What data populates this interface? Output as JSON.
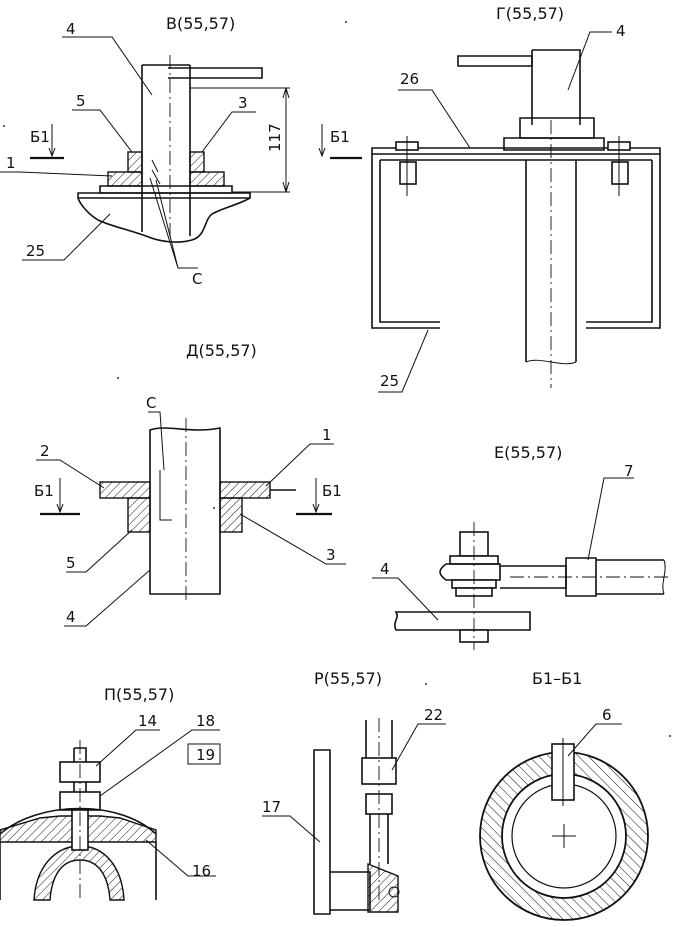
{
  "views": {
    "v": {
      "title": "В(55,57)",
      "labels": [
        "4",
        "5",
        "3",
        "1",
        "25",
        "С",
        "Б1",
        "Б1"
      ],
      "dimension": "117"
    },
    "g": {
      "title": "Г(55,57)",
      "labels": [
        "4",
        "26",
        "25"
      ]
    },
    "d": {
      "title": "Д(55,57)",
      "labels": [
        "С",
        "2",
        "1",
        "Б1",
        "Б1",
        "5",
        "3",
        "4"
      ]
    },
    "e": {
      "title": "Е(55,57)",
      "labels": [
        "7",
        "4"
      ]
    },
    "p": {
      "title": "П(55,57)",
      "labels": [
        "14",
        "18",
        "19",
        "16"
      ]
    },
    "r": {
      "title": "Р(55,57)",
      "labels": [
        "22",
        "17"
      ]
    },
    "b": {
      "title": "Б1–Б1",
      "labels": [
        "6"
      ]
    }
  }
}
